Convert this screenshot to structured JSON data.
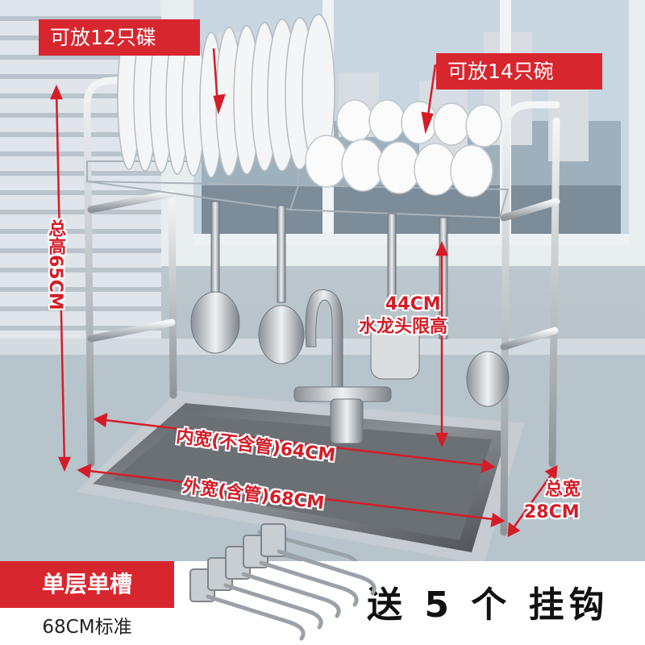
{
  "callouts": {
    "plates": "可放12只碟",
    "bowls": "可放14只碗"
  },
  "dimensions": {
    "total_height": "总高65CM",
    "faucet_limit_value": "44CM",
    "faucet_limit_label": "水龙头限高",
    "inner_width": "内宽(不含管)64CM",
    "outer_width": "外宽(含管)68CM",
    "total_depth_label": "总宽",
    "total_depth_value": "28CM"
  },
  "badge": {
    "title": "单层单槽",
    "subtitle": "68CM标准"
  },
  "gift": {
    "text": "送 5 个 挂钩"
  },
  "colors": {
    "accent_red": "#d8262f",
    "dimension_red": "#d41d28"
  }
}
